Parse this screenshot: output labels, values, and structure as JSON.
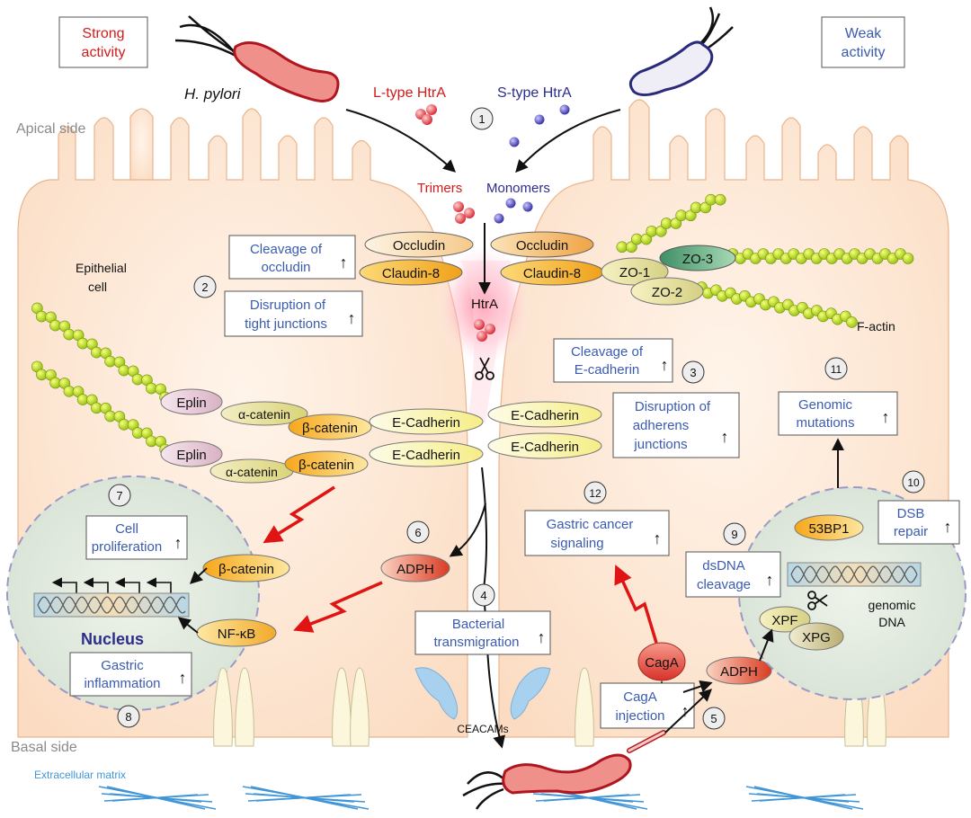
{
  "corners": {
    "strong": [
      "Strong",
      "activity"
    ],
    "weak": [
      "Weak",
      "activity"
    ]
  },
  "labels": {
    "hpylori": "H. pylori",
    "ltype": "L-type HtrA",
    "stype": "S-type HtrA",
    "apical": "Apical side",
    "basal": "Basal side",
    "ecm": "Extracellular matrix",
    "trimers": "Trimers",
    "monomers": "Monomers",
    "epithelial": [
      "Epithelial",
      "cell"
    ],
    "htra": "HtrA",
    "factin": "F-actin",
    "nucleus": "Nucleus",
    "ceacams": "CEACAMs",
    "genomic": [
      "genomic",
      "DNA"
    ]
  },
  "steps": [
    "1",
    "2",
    "3",
    "4",
    "5",
    "6",
    "7",
    "8",
    "9",
    "10",
    "11",
    "12"
  ],
  "boxes": {
    "cleavage_occludin": [
      "Cleavage of",
      "occludin"
    ],
    "disruption_tj": [
      "Disruption of",
      "tight junctions"
    ],
    "cleavage_ecad": [
      "Cleavage of",
      "E-cadherin"
    ],
    "disruption_aj": [
      "Disruption of",
      "adherens",
      "junctions"
    ],
    "genomic_mut": [
      "Genomic",
      "mutations"
    ],
    "cell_prolif": [
      "Cell",
      "proliferation"
    ],
    "gastric_infl": [
      "Gastric",
      "inflammation"
    ],
    "gastric_cancer": [
      "Gastric cancer",
      "signaling"
    ],
    "dsdna": [
      "dsDNA",
      "cleavage"
    ],
    "dsb": [
      "DSB",
      "repair"
    ],
    "transmig": [
      "Bacterial",
      "transmigration"
    ],
    "caga_inj": [
      "CagA",
      "injection"
    ]
  },
  "proteins": {
    "occludin": "Occludin",
    "claudin": "Claudin-8",
    "zo1": "ZO-1",
    "zo2": "ZO-2",
    "zo3": "ZO-3",
    "eplin": "Eplin",
    "acatenin": "α-catenin",
    "bcatenin": "β-catenin",
    "ecadherin": "E-Cadherin",
    "adph": "ADPH",
    "nfkb": "NF-κB",
    "caga": "CagA",
    "bp53": "53BP1",
    "xpf": "XPF",
    "xpg": "XPG"
  },
  "up_arrow": "↑",
  "colors": {
    "red_text": "#d01c1c",
    "blue_text": "#3a5bb0",
    "navy_text": "#2d2d8c",
    "cell": "#fde8d6"
  }
}
